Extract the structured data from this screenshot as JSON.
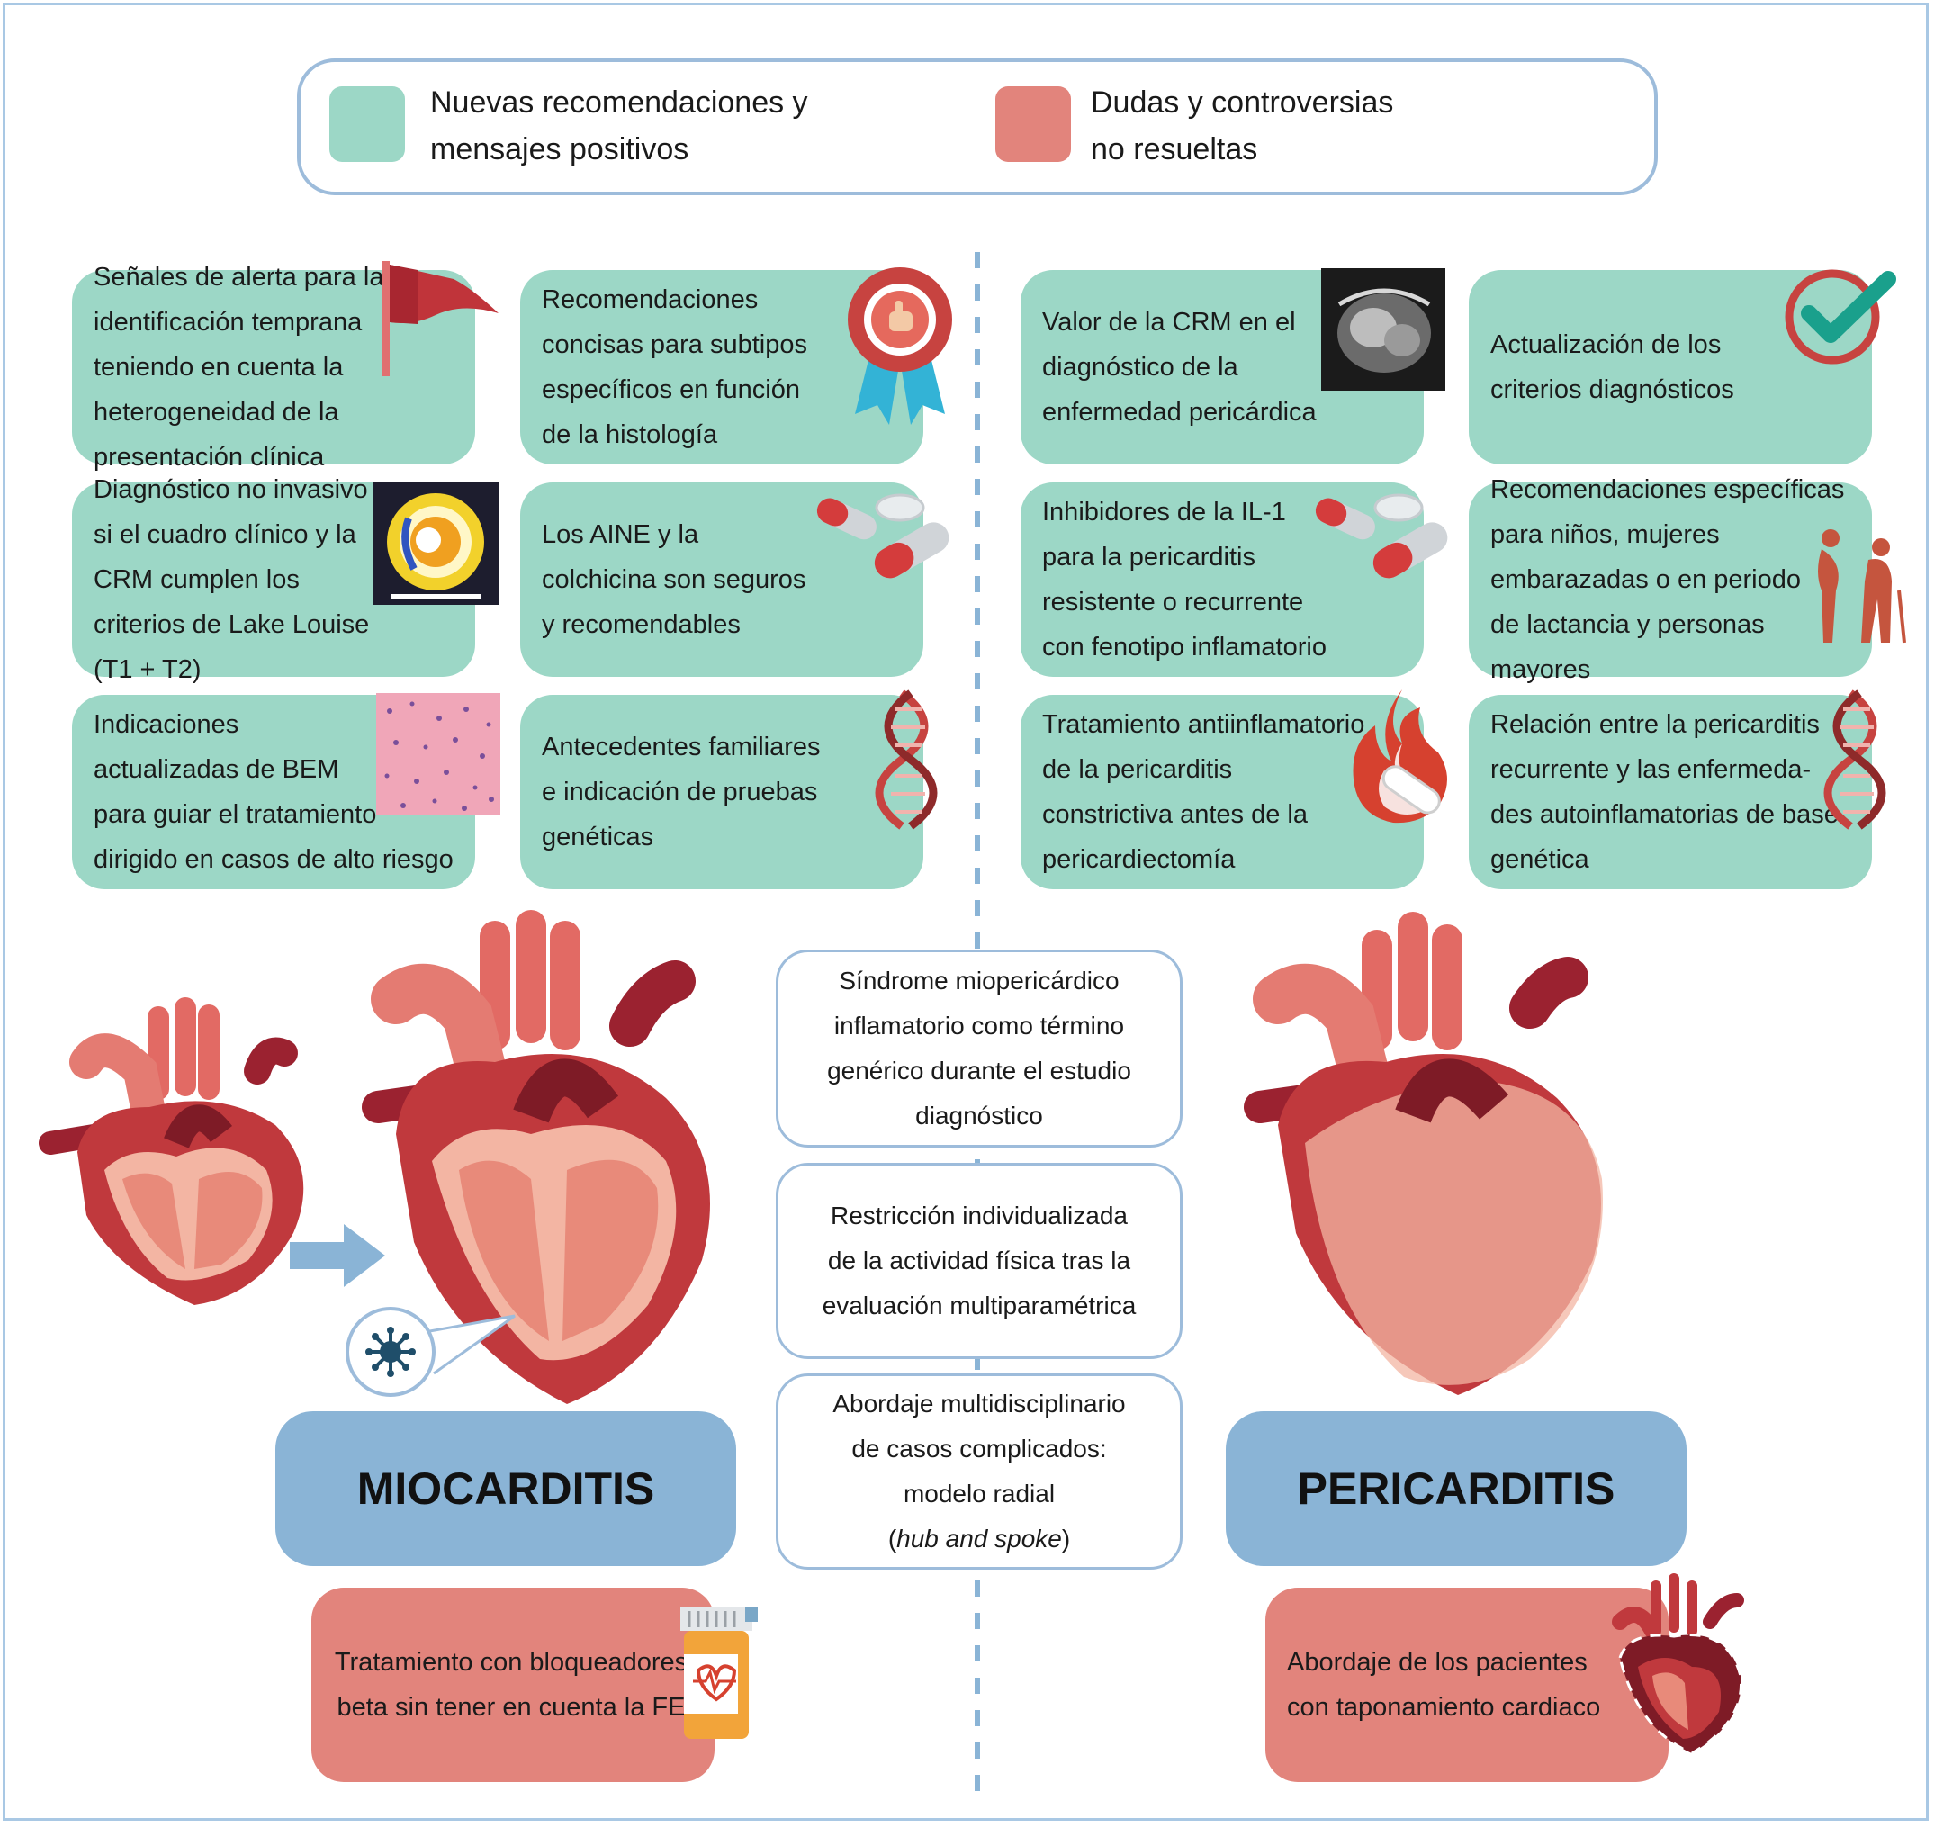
{
  "legend": {
    "new_label": "Nuevas recomendaciones y\nmensajes positivos",
    "doubts_label": "Dudas y controversias\nno resueltas",
    "colors": {
      "positive": "#9cd7c6",
      "controversy": "#e2847c",
      "title": "#8ab4d6",
      "border": "#9dbcdb"
    }
  },
  "myocarditis": {
    "cards": [
      "Señales de alerta para la\nidentificación temprana\nteniendo en cuenta la\nheterogeneidad de la\npresentación clínica",
      "Recomendaciones\nconcisas para subtipos\nespecíficos en función\nde la histología",
      "Diagnóstico no invasivo\nsi el cuadro clínico y la\nCRM cumplen los\ncriterios de Lake Louise\n(T1 + T2)",
      "Los AINE y la\ncolchicina son seguros\ny recomendables",
      "Indicaciones\nactualizadas de BEM\npara guiar el tratamiento\ndirigido en casos de alto riesgo",
      "Antecedentes familiares\ne indicación de pruebas\ngenéticas"
    ],
    "title": "MIOCARDITIS",
    "controversy": "Tratamiento con bloqueadores\nbeta sin tener en cuenta la FE"
  },
  "pericarditis": {
    "cards": [
      "Valor de la CRM en el\ndiagnóstico de la\nenfermedad pericárdica",
      "Actualización de los\ncriterios diagnósticos",
      "Inhibidores de la IL-1\npara la pericarditis\nresistente o recurrente\ncon fenotipo inflamatorio",
      "Recomendaciones específicas\npara niños, mujeres\nembarazadas o en periodo\nde lactancia y personas\nmayores",
      "Tratamiento antiinflamatorio\nde la pericarditis\nconstrictiva antes de la\npericardiectomía",
      "Relación entre la pericarditis\nrecurrente y las enfermeda-\ndes autoinflamatorias de base\ngenética"
    ],
    "title": "PERICARDITIS",
    "controversy": "Abordaje de los pacientes\ncon taponamiento cardiaco"
  },
  "center": {
    "box1": "Síndrome miopericárdico\ninflamatorio como término\ngenérico durante el estudio\ndiagnóstico",
    "box2": "Restricción individualizada\nde la actividad física tras la\nevaluación multiparamétrica",
    "box3_main": "Abordaje multidisciplinario\nde casos complicados:\nmodelo radial",
    "box3_paren_open": "(",
    "box3_italic": "hub and spoke",
    "box3_paren_close": ")"
  },
  "icons": [
    "red-flag-icon",
    "award-ribbon-icon",
    "mri-heart-icon",
    "checkmark-icon",
    "cmr-map-icon",
    "pills-icon",
    "histology-icon",
    "dna-icon",
    "family-icon",
    "flame-pill-icon",
    "medicine-bottle-icon",
    "heart-icon",
    "virus-icon",
    "arrow-icon"
  ]
}
